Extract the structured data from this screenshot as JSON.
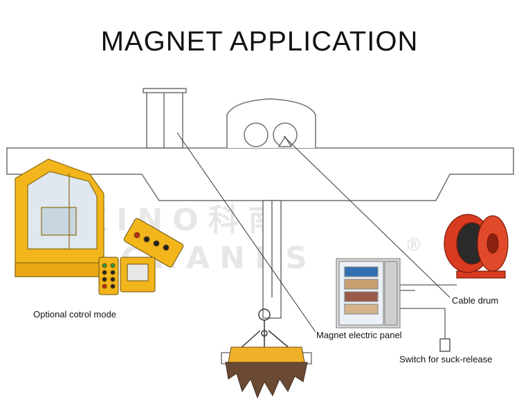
{
  "title": "MAGNET APPLICATION",
  "labels": {
    "control_mode": "Optional cotrol mode",
    "cable_drum": "Cable drum",
    "magnet_panel": "Magnet electric panel",
    "switch": "Switch for suck-release"
  },
  "watermark": {
    "line1": "KINO科南",
    "line2": "CRANES",
    "mark": "®"
  },
  "colors": {
    "outline": "#6f6f6f",
    "yellow": "#f2b51c",
    "cable_red": "#d83b1f",
    "panel_grey": "#d9d9d9",
    "magnet_yellow": "#f0b12a",
    "scrap_brown": "#6b4a34"
  }
}
